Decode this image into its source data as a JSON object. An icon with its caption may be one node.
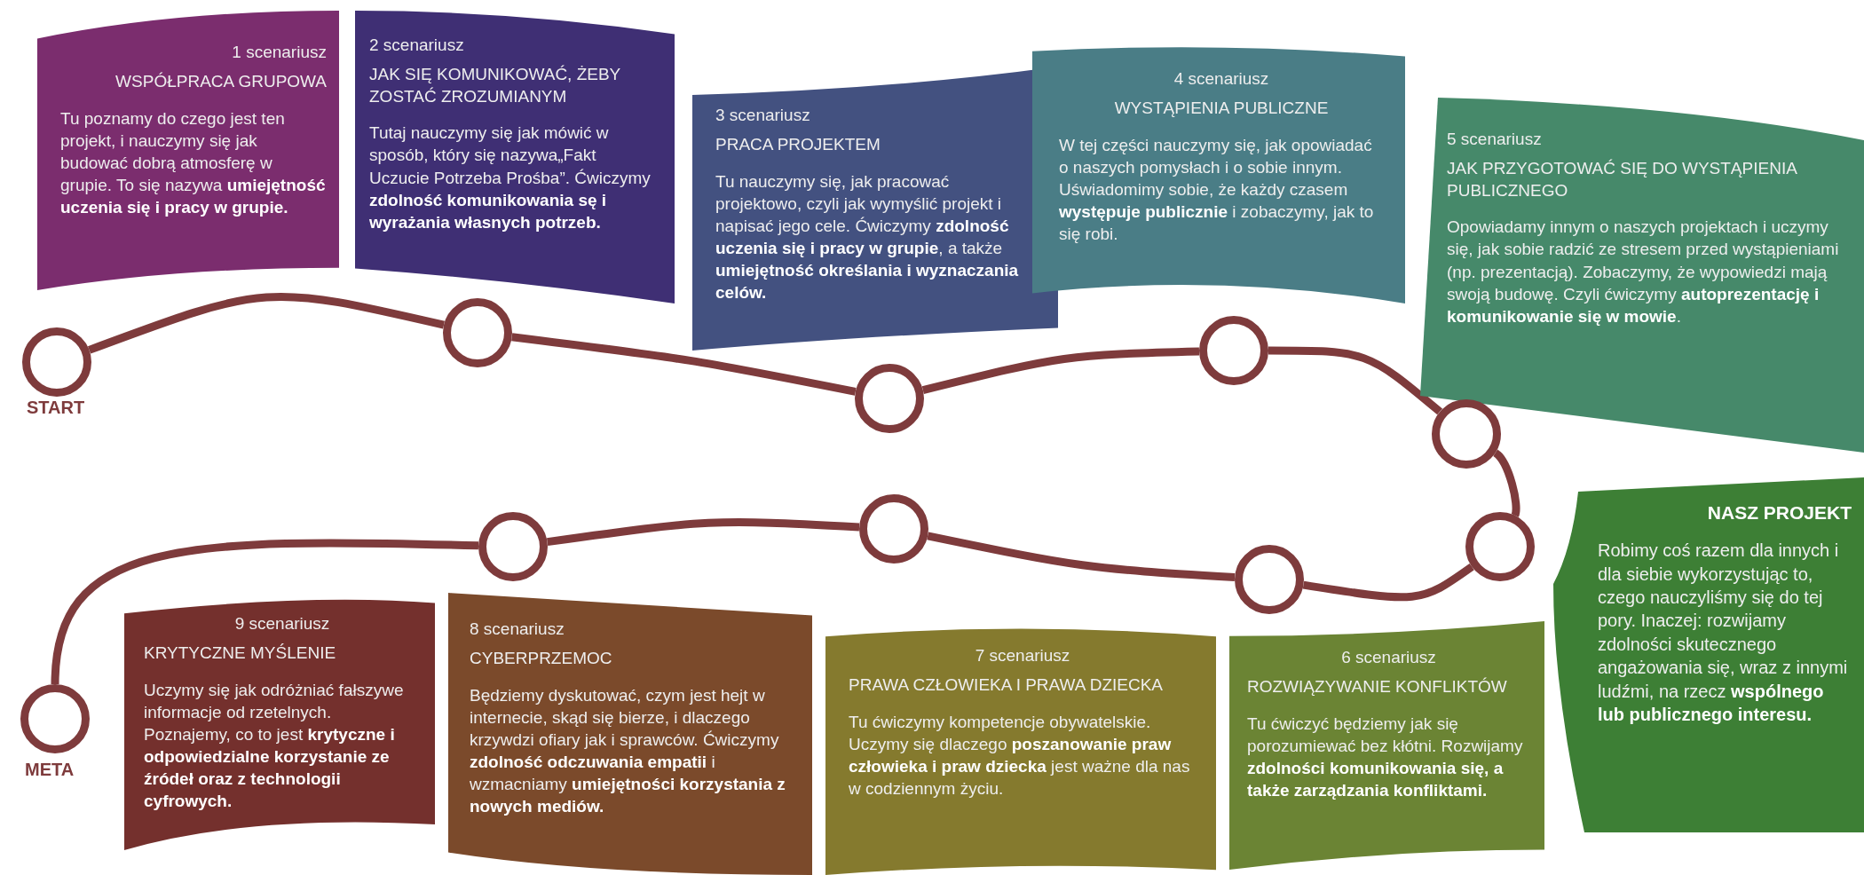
{
  "diagram": {
    "nodes": [
      {
        "text": [
          "1 scenariusz",
          "WSPÓŁPRACA GRUPOWA",
          "Tu poznamy do czego jest ten projekt, i nauczymy się jak budować dobrą atmosferę w grupie. To się nazywa **umiejętność uczenia się i pracy w grupie.**"
        ]
      },
      {
        "text": [
          "2 scenariusz",
          "JAK SIĘ KOMUNIKOWAĆ, ŻEBY ZOSTAĆ ZROZUMIANYM",
          "Tutaj nauczymy się jak mówić w sposób, który się nazywa„Fakt Uczucie Potrzeba Prośba”. Ćwiczymy **zdolność komunikowania sę i wyrażania własnych potrzeb.**"
        ]
      },
      {
        "text": [
          "3 scenariusz",
          "PRACA PROJEKTEM",
          "Tu nauczymy się, jak pracować projektowo, czyli jak wymyślić projekt i napisać jego cele. Ćwiczymy **zdolność uczenia się i pracy w grupie**, a także **umiejętność określania i wyznaczania celów.**"
        ]
      },
      {
        "text": [
          "4 scenariusz",
          "WYSTĄPIENIA PUBLICZNE",
          "W tej części nauczymy się, jak opowiadać o naszych pomysłach i o sobie innym. Uświadomimy sobie, że każdy czasem **występuje publicznie** i zobaczymy, jak to się robi."
        ]
      },
      {
        "text": [
          "5 scenariusz",
          "JAK PRZYGOTOWAĆ SIĘ DO WYSTĄPIENIA PUBLICZNEGO",
          "Opowiadamy innym o naszych projektach i uczymy się, jak sobie radzić ze stresem przed wystąpieniami (np. prezentacją). Zobaczymy, że wypowiedzi mają swoją budowę. Czyli ćwiczymy **autoprezentację i komunikowanie się w mowie**."
        ]
      },
      {
        "text": [
          "NASZ PROJEKT",
          "Robimy coś razem dla innych i dla siebie wykorzystując to, czego nauczyliśmy się do tej pory. Inaczej: rozwijamy zdolności skutecznego angażowania się, wraz z innymi ludźmi, na rzecz **wspólnego lub publicznego interesu.**"
        ]
      },
      {
        "text": [
          "9 scenariusz",
          "KRYTYCZNE MYŚLENIE",
          "Uczymy się jak odróżniać fałszywe informacje od rzetelnych. Poznajemy, co to jest **krytyczne i odpowiedzialne korzystanie ze źródeł oraz z technologii cyfrowych.**"
        ]
      },
      {
        "text": [
          "8 scenariusz",
          "CYBERPRZEMOC",
          "Będziemy dyskutować, czym jest hejt w internecie, skąd się bierze, i dlaczego krzywdzi ofiary jak i sprawców. Ćwiczymy **zdolność odczuwania empatii** i wzmacniamy **umiejętności korzystania z nowych mediów.**"
        ]
      },
      {
        "text": [
          "7 scenariusz",
          "PRAWA CZŁOWIEKA I PRAWA DZIECKA",
          "Tu ćwiczymy kompetencje obywatelskie. Uczymy się dlaczego **poszanowanie praw człowieka i praw dziecka** jest ważne dla nas w codziennym życiu."
        ]
      },
      {
        "text": [
          "6 scenariusz",
          "ROZWIĄZYWANIE KONFLIKTÓW",
          "Tu ćwiczyć będziemy jak się porozumiewać bez kłótni. Rozwijamy **zdolności komunikowania się, a także zarządzania konfliktami.**"
        ]
      },
      {
        "text": [],
        "shape": "circle",
        "beside": [
          "START"
        ]
      },
      {
        "text": [],
        "shape": "circle"
      },
      {
        "text": [],
        "shape": "circle"
      },
      {
        "text": [],
        "shape": "circle"
      },
      {
        "text": [],
        "shape": "circle"
      },
      {
        "text": [],
        "shape": "circle"
      },
      {
        "text": [],
        "shape": "circle"
      },
      {
        "text": [],
        "shape": "circle"
      },
      {
        "text": [],
        "shape": "circle"
      },
      {
        "text": [],
        "shape": "circle",
        "beside": [
          "META"
        ]
      }
    ],
    "edges": [
      {
        "from": 10,
        "to": 11,
        "arrow": "none"
      },
      {
        "from": 11,
        "to": 12,
        "arrow": "none"
      },
      {
        "from": 12,
        "to": 13,
        "arrow": "none"
      },
      {
        "from": 13,
        "to": 14,
        "arrow": "none"
      },
      {
        "from": 14,
        "to": 15,
        "arrow": "none"
      },
      {
        "from": 15,
        "to": 16,
        "arrow": "none"
      },
      {
        "from": 16,
        "to": 17,
        "arrow": "none"
      },
      {
        "from": 17,
        "to": 18,
        "arrow": "none"
      },
      {
        "from": 18,
        "to": 19,
        "arrow": "none"
      }
    ]
  }
}
